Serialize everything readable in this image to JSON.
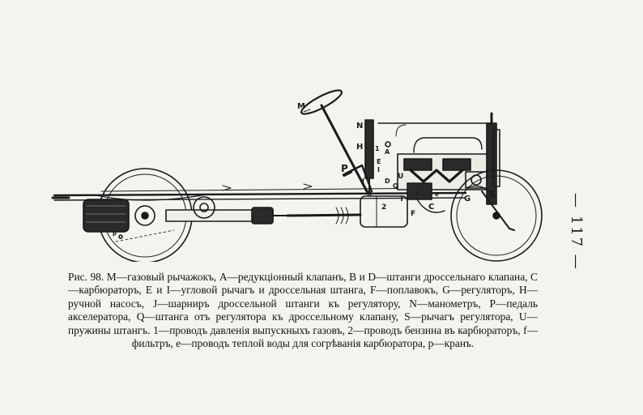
{
  "page": {
    "page_number": "— 117 —",
    "caption": "Рис. 98. M—газовый рычажокъ, A—редукціонный клапанъ, B и D—штанги дроссельнаго клапана, C—карбюраторъ, E и I—угловой рычагъ и дроссельная штанга, F—поплавокъ, G—регуляторъ, H—ручной насосъ, J—шарниръ дроссельной штанги къ регулятору, N—манометръ, P—педаль акселератора, Q—штанга отъ регулятора къ дроссельному клапану, S—рычагъ регулятора, U—пружины штангъ. 1—проводъ давленія выпускныхъ газовъ, 2—проводъ бензина въ карбюраторъ, f—фильтръ, e—проводъ теплой воды для согрѣванія карбюратора, p—кранъ."
  },
  "figure": {
    "labels": {
      "M": "M",
      "N": "N",
      "H": "H",
      "A": "A",
      "E": "E",
      "I": "I",
      "P": "P",
      "J": "J",
      "B": "B",
      "D": "D",
      "U": "U",
      "Q": "Q",
      "T": "T",
      "F": "F",
      "C": "C",
      "G": "G",
      "S": "S",
      "one": "1",
      "two": "2",
      "f": "f",
      "e": "e",
      "p": "p"
    }
  }
}
